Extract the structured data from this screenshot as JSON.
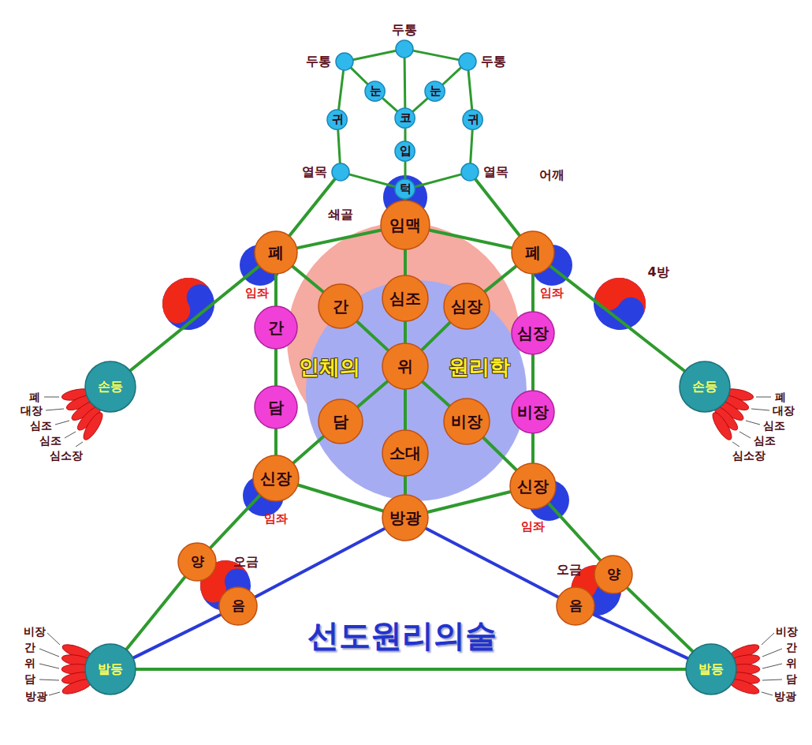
{
  "diagram": {
    "title": "선도원리의술",
    "nodes": [
      {
        "text": [
          "두통"
        ]
      },
      {
        "text": [
          "두통"
        ]
      },
      {
        "text": [
          "두통"
        ]
      },
      {
        "text": [
          "눈"
        ]
      },
      {
        "text": [
          "눈"
        ]
      },
      {
        "text": [
          "귀"
        ]
      },
      {
        "text": [
          "코"
        ]
      },
      {
        "text": [
          "귀"
        ]
      },
      {
        "text": [
          "입"
        ]
      },
      {
        "text": [
          "열목"
        ]
      },
      {
        "text": [
          "턱"
        ]
      },
      {
        "text": [
          "열목"
        ]
      },
      {
        "text": [
          "임맥"
        ]
      },
      {
        "text": [
          "폐"
        ]
      },
      {
        "text": [
          "폐"
        ]
      },
      {
        "text": [
          "간"
        ]
      },
      {
        "text": [
          "심조"
        ]
      },
      {
        "text": [
          "심장"
        ]
      },
      {
        "text": [
          "간"
        ]
      },
      {
        "text": [
          "심장"
        ]
      },
      {
        "text": [
          "위"
        ]
      },
      {
        "text": [
          "담"
        ]
      },
      {
        "text": [
          "비장"
        ]
      },
      {
        "text": [
          "담"
        ]
      },
      {
        "text": [
          "비장"
        ]
      },
      {
        "text": [
          "소대"
        ]
      },
      {
        "text": [
          "신장"
        ]
      },
      {
        "text": [
          "신장"
        ]
      },
      {
        "text": [
          "방광"
        ]
      },
      {
        "text": [
          "양"
        ]
      },
      {
        "text": [
          "음"
        ]
      },
      {
        "text": [
          "양"
        ]
      },
      {
        "text": [
          "음"
        ]
      },
      {
        "text": [
          "손등"
        ]
      },
      {
        "text": [
          "손등"
        ]
      },
      {
        "text": [
          "발등"
        ]
      },
      {
        "text": [
          "발등"
        ]
      }
    ],
    "edges": [
      {
        "from": 0,
        "to": 1,
        "arrow": "none"
      },
      {
        "from": 0,
        "to": 2,
        "arrow": "none"
      },
      {
        "from": 0,
        "to": 6,
        "arrow": "none"
      },
      {
        "from": 1,
        "to": 3,
        "arrow": "none"
      },
      {
        "from": 3,
        "to": 6,
        "arrow": "none"
      },
      {
        "from": 2,
        "to": 4,
        "arrow": "none"
      },
      {
        "from": 4,
        "to": 6,
        "arrow": "none"
      },
      {
        "from": 1,
        "to": 5,
        "arrow": "none"
      },
      {
        "from": 5,
        "to": 9,
        "arrow": "none"
      },
      {
        "from": 2,
        "to": 7,
        "arrow": "none"
      },
      {
        "from": 7,
        "to": 11,
        "arrow": "none"
      },
      {
        "from": 6,
        "to": 8,
        "arrow": "none"
      },
      {
        "from": 8,
        "to": 10,
        "arrow": "none"
      },
      {
        "from": 9,
        "to": 10,
        "arrow": "none"
      },
      {
        "from": 11,
        "to": 10,
        "arrow": "none"
      },
      {
        "from": 9,
        "to": 13,
        "arrow": "none"
      },
      {
        "from": 11,
        "to": 14,
        "arrow": "none"
      },
      {
        "from": 10,
        "to": 12,
        "arrow": "none"
      },
      {
        "from": 12,
        "to": 13,
        "arrow": "none"
      },
      {
        "from": 12,
        "to": 14,
        "arrow": "none"
      },
      {
        "from": 13,
        "to": 33,
        "arrow": "none"
      },
      {
        "from": 14,
        "to": 34,
        "arrow": "none"
      },
      {
        "from": 12,
        "to": 16,
        "arrow": "none"
      },
      {
        "from": 16,
        "to": 20,
        "arrow": "none"
      },
      {
        "from": 13,
        "to": 15,
        "arrow": "none"
      },
      {
        "from": 15,
        "to": 20,
        "arrow": "none"
      },
      {
        "from": 14,
        "to": 17,
        "arrow": "none"
      },
      {
        "from": 17,
        "to": 20,
        "arrow": "none"
      },
      {
        "from": 20,
        "to": 23,
        "arrow": "none"
      },
      {
        "from": 23,
        "to": 26,
        "arrow": "none"
      },
      {
        "from": 20,
        "to": 24,
        "arrow": "none"
      },
      {
        "from": 24,
        "to": 27,
        "arrow": "none"
      },
      {
        "from": 20,
        "to": 25,
        "arrow": "none"
      },
      {
        "from": 25,
        "to": 28,
        "arrow": "none"
      },
      {
        "from": 13,
        "to": 18,
        "arrow": "none"
      },
      {
        "from": 18,
        "to": 21,
        "arrow": "none"
      },
      {
        "from": 21,
        "to": 26,
        "arrow": "none"
      },
      {
        "from": 14,
        "to": 19,
        "arrow": "none"
      },
      {
        "from": 19,
        "to": 22,
        "arrow": "none"
      },
      {
        "from": 22,
        "to": 27,
        "arrow": "none"
      },
      {
        "from": 26,
        "to": 28,
        "arrow": "none"
      },
      {
        "from": 27,
        "to": 28,
        "arrow": "none"
      },
      {
        "from": 26,
        "to": 29,
        "arrow": "none"
      },
      {
        "from": 29,
        "to": 35,
        "arrow": "none"
      },
      {
        "from": 28,
        "to": 30,
        "arrow": "none"
      },
      {
        "from": 30,
        "to": 35,
        "arrow": "none"
      },
      {
        "from": 27,
        "to": 31,
        "arrow": "none"
      },
      {
        "from": 31,
        "to": 36,
        "arrow": "none"
      },
      {
        "from": 28,
        "to": 32,
        "arrow": "none"
      },
      {
        "from": 32,
        "to": 36,
        "arrow": "none"
      },
      {
        "from": 35,
        "to": 36,
        "arrow": "none"
      }
    ],
    "labels": [
      "어깨",
      "쇄골",
      "4방",
      "임좌",
      "임좌",
      "임좌",
      "임좌",
      "오금",
      "오금",
      "인체의",
      "원리학",
      "폐",
      "대장",
      "심조",
      "심조",
      "심소장",
      "폐",
      "대장",
      "심조",
      "심조",
      "심소장",
      "비장",
      "간",
      "위",
      "담",
      "방광",
      "비장",
      "간",
      "위",
      "담",
      "방광"
    ]
  }
}
